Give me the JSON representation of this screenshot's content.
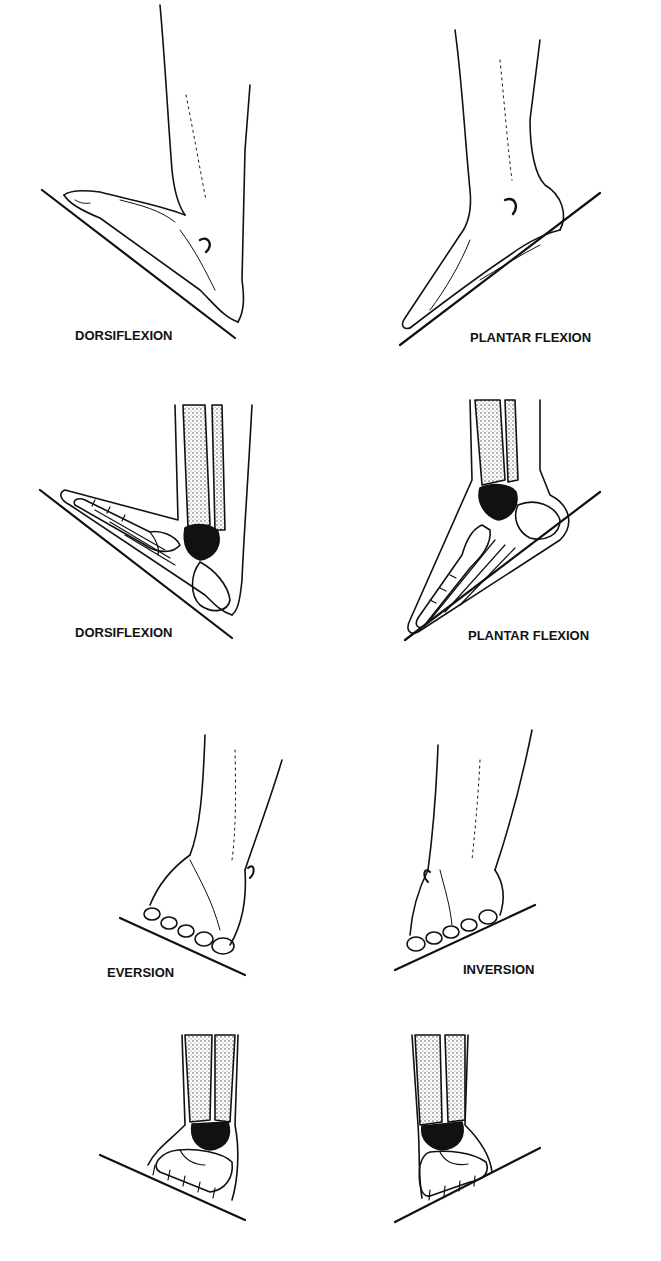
{
  "diagram": {
    "labels": [
      "DORSIFLEXION",
      "PLANTAR FLEXION",
      "DORSIFLEXION",
      "PLANTAR FLEXION",
      "EVERSION",
      "INVERSION"
    ]
  }
}
